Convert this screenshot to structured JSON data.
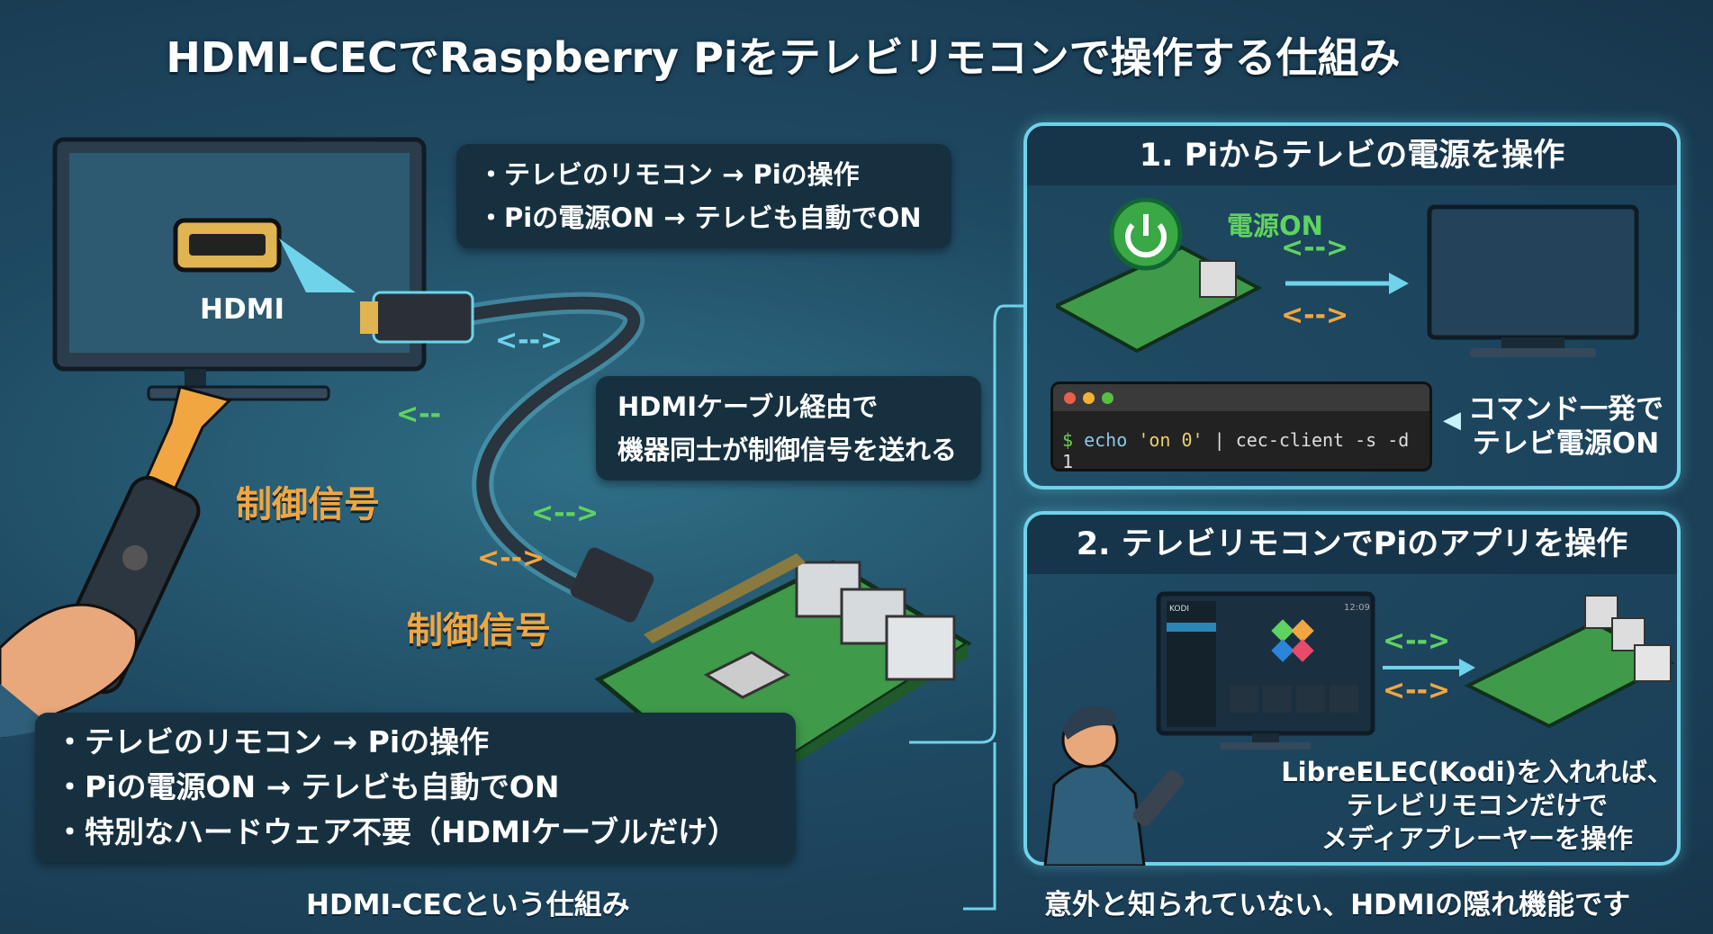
{
  "title": "HDMI-CECでRaspberry Piをテレビリモコンで操作する仕組み",
  "tv_label": "HDMI",
  "top_bubble": [
    "・テレビのリモコン → Piの操作",
    "・Piの電源ON → テレビも自動でON"
  ],
  "mid_bubble": [
    "HDMIケーブル経由で",
    "機器同士が制御信号を送れる"
  ],
  "signal_label_1": "制御信号",
  "signal_label_2": "制御信号",
  "bottom_box": [
    "・テレビのリモコン → Piの操作",
    "・Piの電源ON → テレビも自動でON",
    "・特別なハードウェア不要（HDMIケーブルだけ）"
  ],
  "caption_left": "HDMI-CECという仕組み",
  "panel1": {
    "title": "1. Piからテレビの電源を操作",
    "power_label": "電源ON",
    "command": {
      "prompt": "$",
      "cmd": "echo",
      "arg": "'on 0'",
      "rest": "| cec-client -s -d 1"
    },
    "note": [
      "コマンド一発で",
      "テレビ電源ON"
    ]
  },
  "panel2": {
    "title": "2. テレビリモコンでPiのアプリを操作",
    "kodi_logo": "KODI",
    "kodi_time": "12:09",
    "note": [
      "LibreELEC(Kodi)を入れれば、",
      "テレビリモコンだけで",
      "メディアプレーヤーを操作"
    ]
  },
  "caption_right": "意外と知られていない、HDMIの隠れ機能です",
  "colors": {
    "accent": "#6fd3ea",
    "orange": "#f2a641",
    "green": "#5fd35f",
    "bg": "#1f4a63"
  }
}
